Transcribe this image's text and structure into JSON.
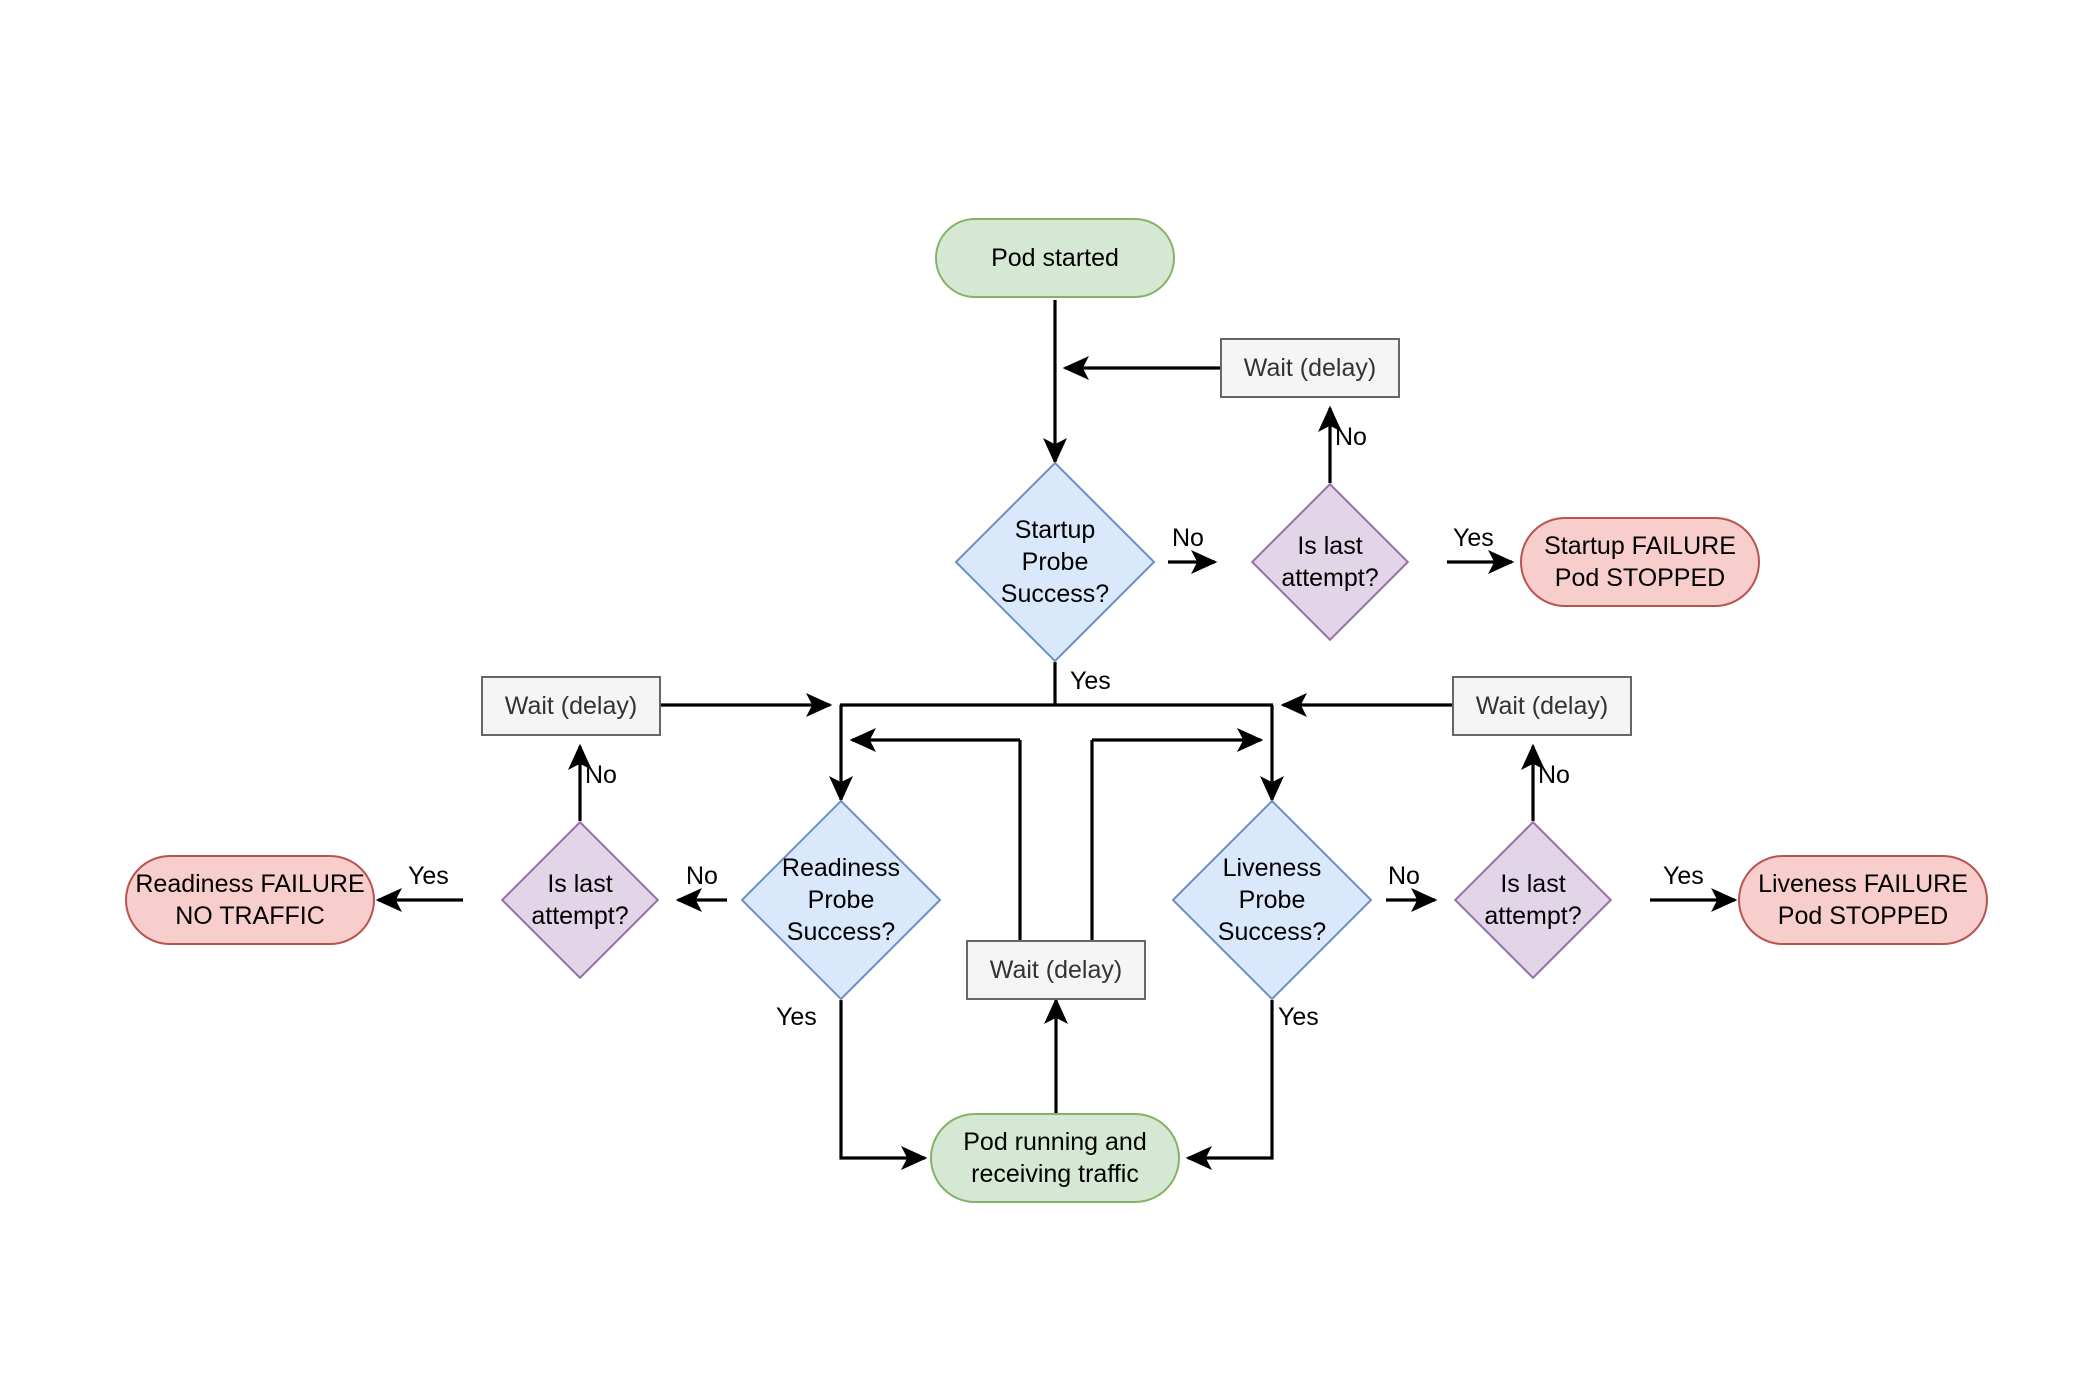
{
  "diagram": {
    "title": "Kubernetes probe lifecycle flowchart",
    "type": "flowchart",
    "background": "#ffffff",
    "palette": {
      "green_fill": "#d5e8d4",
      "green_stroke": "#82b366",
      "red_fill": "#f8cecc",
      "red_stroke": "#b85450",
      "blue_fill": "#dae8fc",
      "blue_stroke": "#6c8ebf",
      "purple_fill": "#e1d5e7",
      "purple_stroke": "#9673a6",
      "gray_fill": "#f5f5f5",
      "gray_stroke": "#666666",
      "edge_stroke": "#000000"
    }
  },
  "nodes": {
    "pod_started": "Pod started",
    "wait_startup": "Wait (delay)",
    "wait_readiness": "Wait (delay)",
    "wait_liveness": "Wait (delay)",
    "wait_running": "Wait (delay)",
    "startup_probe": "Startup\nProbe\nSuccess?",
    "readiness_probe": "Readiness\nProbe\nSuccess?",
    "liveness_probe": "Liveness\nProbe\nSuccess?",
    "startup_last_attempt": "Is last attempt?",
    "readiness_last_attempt": "Is last attempt?",
    "liveness_last_attempt": "Is last attempt?",
    "startup_failure": "Startup FAILURE\nPod STOPPED",
    "readiness_failure": "Readiness FAILURE\nNO TRAFFIC",
    "liveness_failure": "Liveness FAILURE\nPod STOPPED",
    "pod_running": "Pod running and\nreceiving traffic"
  },
  "edge_labels": {
    "startup_no": "No",
    "startup_yes": "Yes",
    "startup_retry_no": "No",
    "startup_fail_yes": "Yes",
    "readiness_no": "No",
    "readiness_yes": "Yes",
    "readiness_retry_no": "No",
    "readiness_fail_yes": "Yes",
    "liveness_no": "No",
    "liveness_yes": "Yes",
    "liveness_retry_no": "No",
    "liveness_fail_yes": "Yes"
  }
}
